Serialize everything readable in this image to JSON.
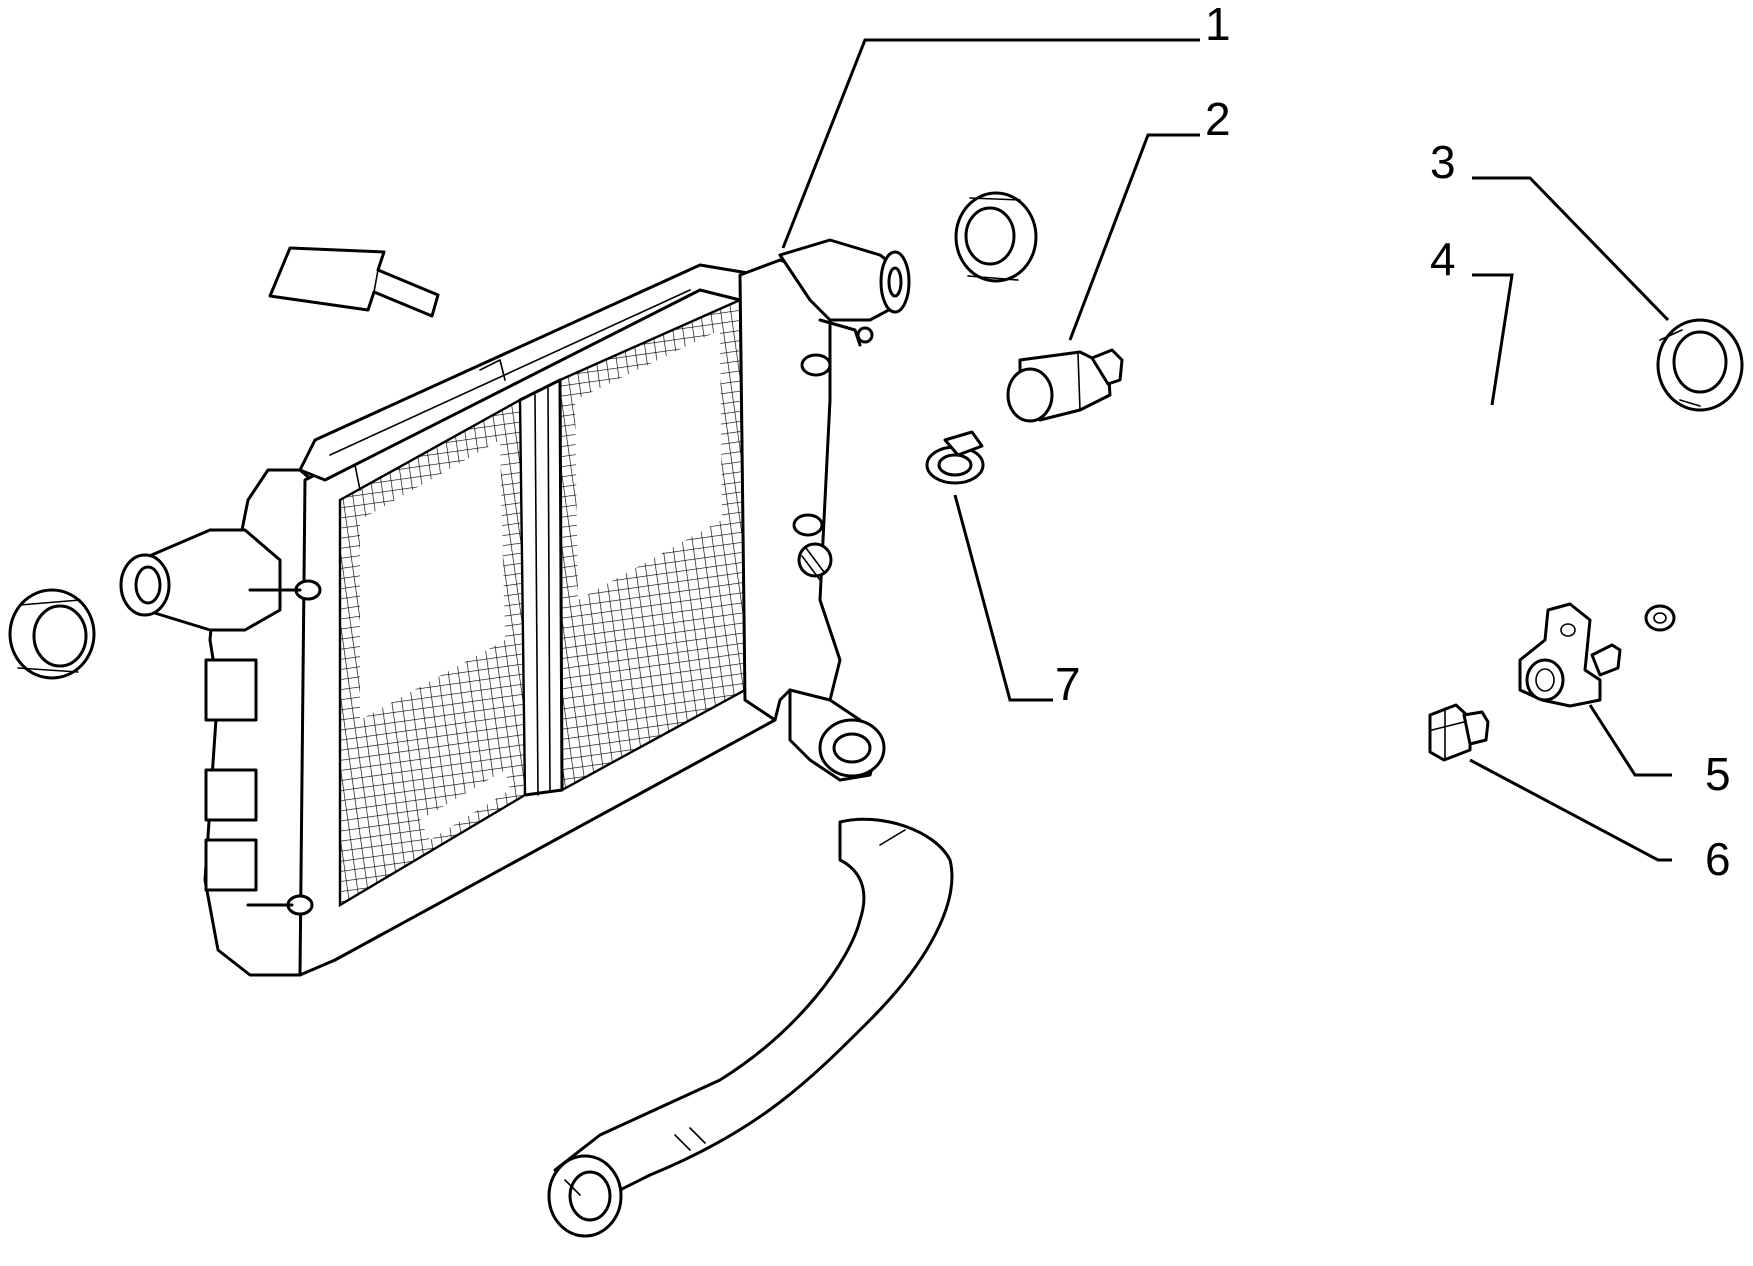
{
  "callouts": [
    {
      "id": "1",
      "label": "1"
    },
    {
      "id": "2",
      "label": "2"
    },
    {
      "id": "3",
      "label": "3"
    },
    {
      "id": "4",
      "label": "4"
    },
    {
      "id": "5",
      "label": "5"
    },
    {
      "id": "6",
      "label": "6"
    },
    {
      "id": "7",
      "label": "7"
    }
  ],
  "parts": [
    {
      "callout": "1",
      "icon": "radiator-icon"
    },
    {
      "callout": "2",
      "icon": "temperature-switch-icon"
    },
    {
      "callout": "3",
      "icon": "grommet-icon"
    },
    {
      "callout": "4",
      "icon": "hose-icon"
    },
    {
      "callout": "5",
      "icon": "bracket-icon"
    },
    {
      "callout": "6",
      "icon": "bleed-screw-icon"
    },
    {
      "callout": "7",
      "icon": "hose-clamp-icon"
    }
  ],
  "colors": {
    "line": "#000000",
    "background": "#ffffff"
  }
}
